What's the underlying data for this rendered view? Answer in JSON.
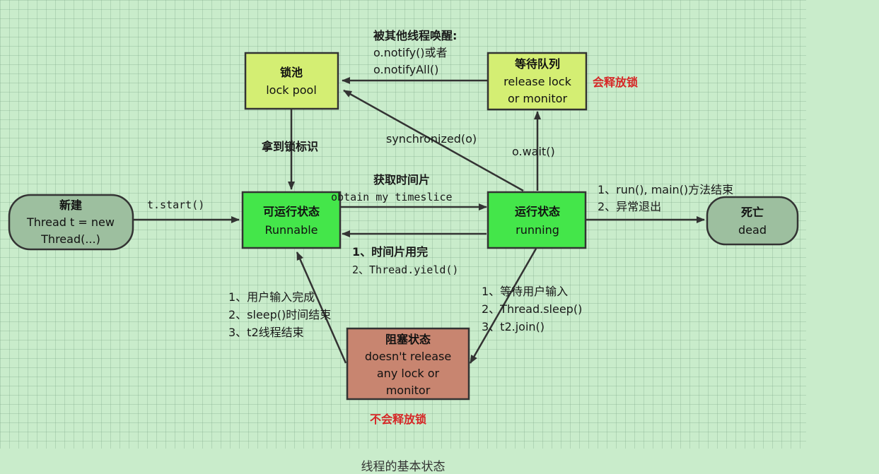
{
  "nodes": {
    "new": {
      "line1": "新建",
      "line2": "Thread t = new",
      "line3": "Thread(...)"
    },
    "lock_pool": {
      "line1": "锁池",
      "line2": "lock pool"
    },
    "wait_queue": {
      "line1": "等待队列",
      "line2": "release lock",
      "line3": "or monitor"
    },
    "runnable": {
      "line1": "可运行状态",
      "line2": "Runnable"
    },
    "running": {
      "line1": "运行状态",
      "line2": "running"
    },
    "dead": {
      "line1": "死亡",
      "line2": "dead"
    },
    "blocked": {
      "line1": "阻塞状态",
      "line2": "doesn't release",
      "line3": "any lock or",
      "line4": "monitor"
    }
  },
  "edges": {
    "notify": {
      "line1": "被其他线程唤醒:",
      "line2": "o.notify()或者",
      "line3": "o.notifyAll()"
    },
    "release_lock": "会释放锁",
    "synchronized": "synchronized(o)",
    "get_lock_flag": "拿到锁标识",
    "wait": "o.wait()",
    "start": "t.start()",
    "timeslice_cn": "获取时间片",
    "timeslice_en": "obtain my timeslice",
    "exit_1": "1、run(), main()方法结束",
    "exit_2": "2、异常退出",
    "yield_1": "1、时间片用完",
    "yield_2": "2、Thread.yield()",
    "unblock_1": "1、用户输入完成",
    "unblock_2": "2、sleep()时间结束",
    "unblock_3": "3、t2线程结束",
    "block_1": "1、等待用户输入",
    "block_2": "2、Thread.sleep()",
    "block_3": "3、t2.join()",
    "no_release_lock": "不会释放锁"
  },
  "caption": "线程的基本状态",
  "colors": {
    "background": "#c9eccb",
    "lock_pool_fill": "#d4ee73",
    "active_fill": "#44e64a",
    "terminal_fill": "#9dbf9f",
    "blocked_fill": "#c88570",
    "red_text": "#d62626"
  }
}
